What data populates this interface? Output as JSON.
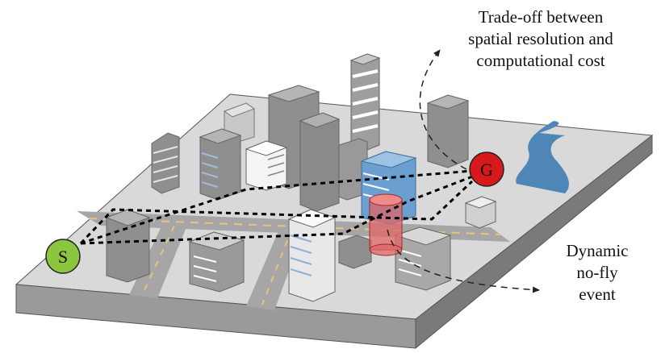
{
  "annotations": {
    "tradeoff": {
      "lines": [
        "Trade-off between",
        "spatial resolution and",
        "computational cost"
      ]
    },
    "nofly": {
      "lines": [
        "Dynamic",
        "no-fly",
        "event"
      ]
    }
  },
  "nodes": {
    "start": {
      "label": "S",
      "color": "#8cc63f"
    },
    "goal": {
      "label": "G",
      "color": "#d7191c"
    }
  },
  "colors": {
    "ground_top": "#d9d9d9",
    "ground_side": "#8c8c8c",
    "road": "#a6a6a6",
    "road_marking": "#e8c37a",
    "river": "#4f86b8",
    "nofly_zone": "#e06666",
    "highlight_building": "#6a9fd0"
  }
}
